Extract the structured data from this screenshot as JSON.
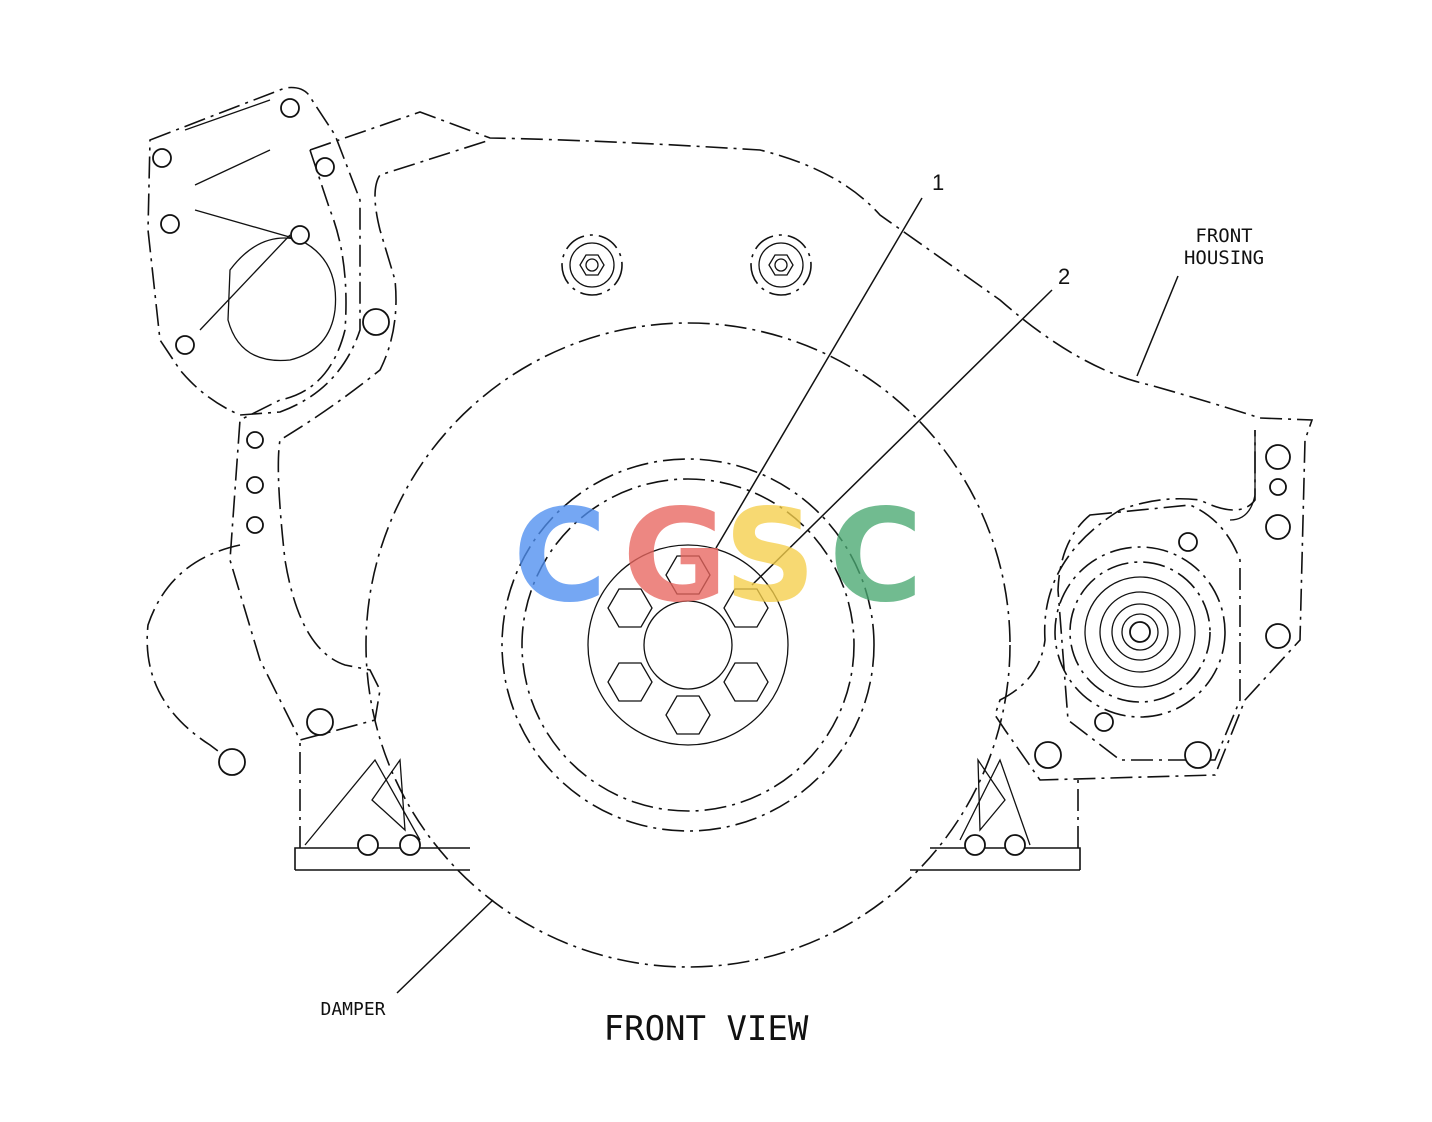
{
  "labels": {
    "front_housing_line1": "FRONT",
    "front_housing_line2": "HOUSING",
    "damper": "DAMPER",
    "view_title": "FRONT VIEW",
    "callout_1": "1",
    "callout_2": "2"
  },
  "watermark": {
    "letters": [
      "C",
      "G",
      "S",
      "C"
    ],
    "colors": [
      "#4f8ff0",
      "#e8665f",
      "#f6cf4b",
      "#4aa872"
    ]
  }
}
